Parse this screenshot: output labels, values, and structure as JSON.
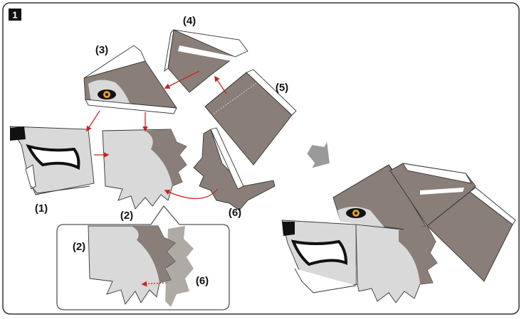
{
  "step_number": "1",
  "labels": {
    "p1": "(1)",
    "p2": "(2)",
    "p3": "(3)",
    "p4": "(4)",
    "p5": "(5)",
    "p6": "(6)",
    "inset_p2": "(2)",
    "inset_p6": "(6)"
  },
  "colors": {
    "fur_dark": "#8a7f78",
    "fur_light": "#d9d9d9",
    "tab": "#ffffff",
    "arrow": "#cc2222",
    "eye": "#e8a020",
    "next_arrow": "#9a9a9a"
  }
}
